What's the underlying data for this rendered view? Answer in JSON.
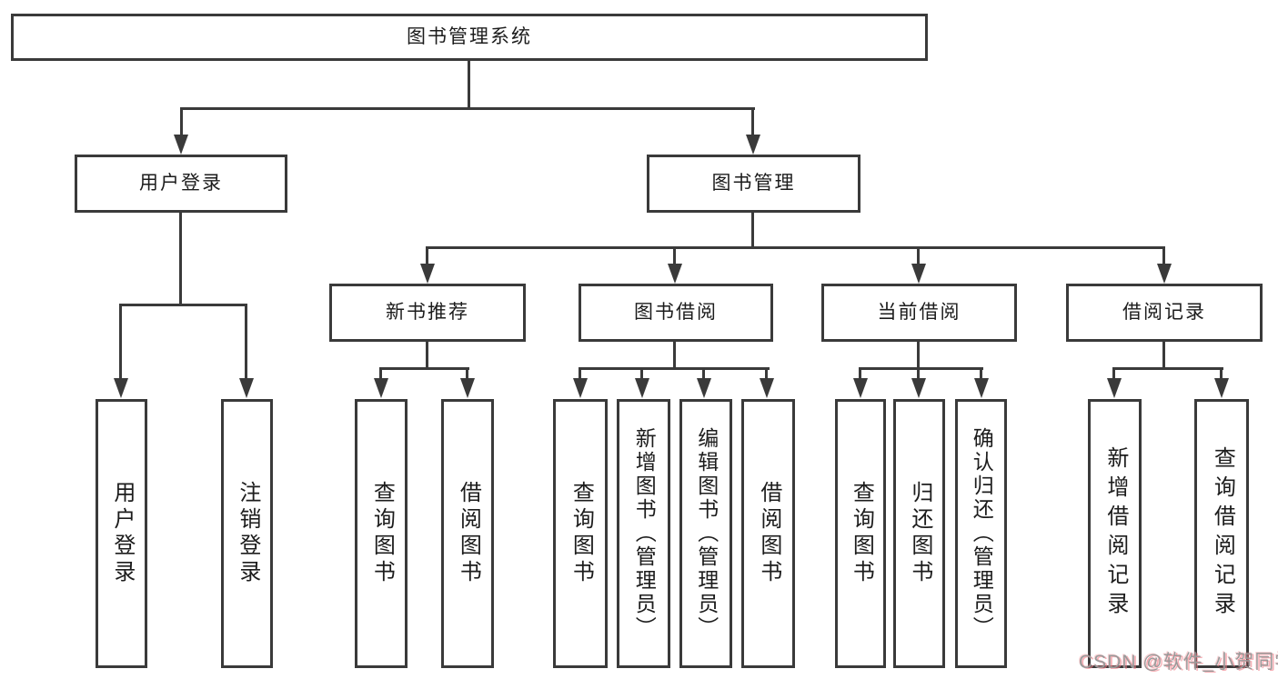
{
  "diagram": {
    "root": {
      "label": "图书管理系统"
    },
    "level2": [
      {
        "id": "user-login",
        "label": "用户登录"
      },
      {
        "id": "book-management",
        "label": "图书管理"
      }
    ],
    "level3": [
      {
        "id": "new-book-recommend",
        "label": "新书推荐",
        "parent": "图书管理"
      },
      {
        "id": "book-borrow",
        "label": "图书借阅",
        "parent": "图书管理"
      },
      {
        "id": "current-borrow",
        "label": "当前借阅",
        "parent": "图书管理"
      },
      {
        "id": "borrow-records",
        "label": "借阅记录",
        "parent": "图书管理"
      }
    ],
    "leaves": [
      {
        "label": "用户登录",
        "parent": "用户登录"
      },
      {
        "label": "注销登录",
        "parent": "用户登录"
      },
      {
        "label": "查询图书",
        "parent": "新书推荐"
      },
      {
        "label": "借阅图书",
        "parent": "新书推荐"
      },
      {
        "label": "查询图书",
        "parent": "图书借阅"
      },
      {
        "label": "新增图书（管理员）",
        "parent": "图书借阅"
      },
      {
        "label": "编辑图书（管理员）",
        "parent": "图书借阅"
      },
      {
        "label": "借阅图书",
        "parent": "图书借阅"
      },
      {
        "label": "查询图书",
        "parent": "当前借阅"
      },
      {
        "label": "归还图书",
        "parent": "当前借阅"
      },
      {
        "label": "确认归还（管理员）",
        "parent": "当前借阅"
      },
      {
        "label": "新增借阅记录",
        "parent": "借阅记录"
      },
      {
        "label": "查询借阅记录",
        "parent": "借阅记录"
      }
    ]
  },
  "watermark": {
    "text": "CSDN @软件_小贺同学"
  },
  "colors": {
    "line": "#3a3a3a",
    "box_border": "#3a3a3a",
    "text": "#1c1c1c",
    "background": "#ffffff",
    "watermark_gray": "#9a9a9a",
    "watermark_pink": "#f07d87"
  }
}
